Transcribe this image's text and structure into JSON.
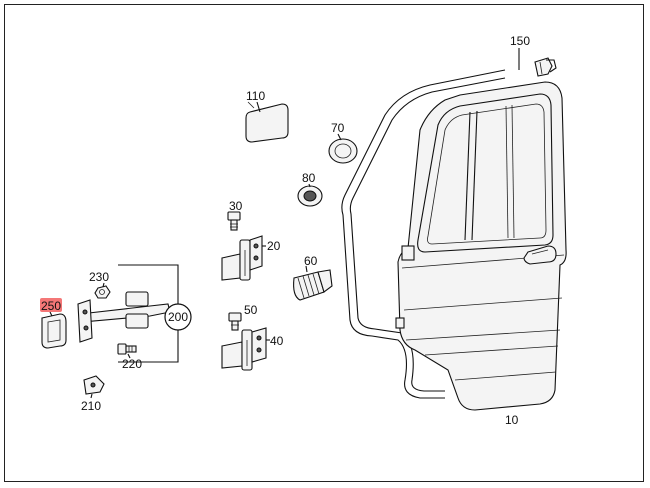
{
  "diagram": {
    "callouts": {
      "c10": "10",
      "c20": "20",
      "c30": "30",
      "c40": "40",
      "c50": "50",
      "c60": "60",
      "c70": "70",
      "c80": "80",
      "c110": "110",
      "c150": "150",
      "c200": "200",
      "c210": "210",
      "c220": "220",
      "c230": "230",
      "c250": "250"
    },
    "highlight_color": "#f04a4a"
  }
}
